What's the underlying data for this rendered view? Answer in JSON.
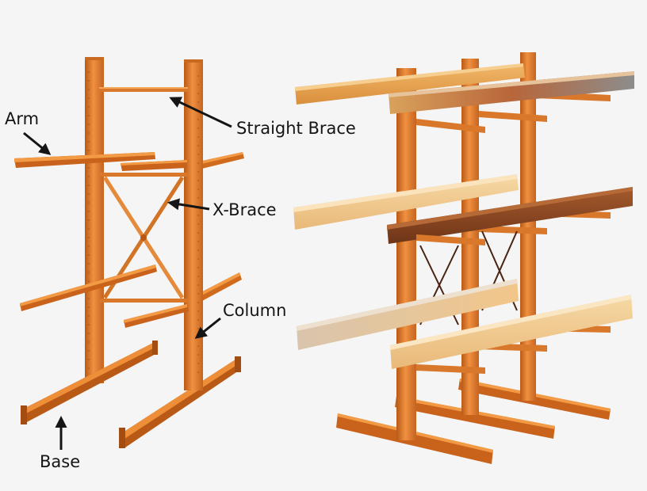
{
  "labels": {
    "arm": "Arm",
    "straight_brace": "Straight Brace",
    "x_brace": "X-Brace",
    "column": "Column",
    "base": "Base"
  },
  "colors": {
    "background": "#f5f5f5",
    "steel_orange": "#e27a22",
    "steel_dark": "#b55612",
    "steel_light": "#f39a45",
    "wood_light": "#f0c88a",
    "wood_medium": "#e6a85a",
    "wood_dark": "#8a4520",
    "text": "#151515"
  },
  "icons": {
    "callout": "arrow-icon"
  }
}
